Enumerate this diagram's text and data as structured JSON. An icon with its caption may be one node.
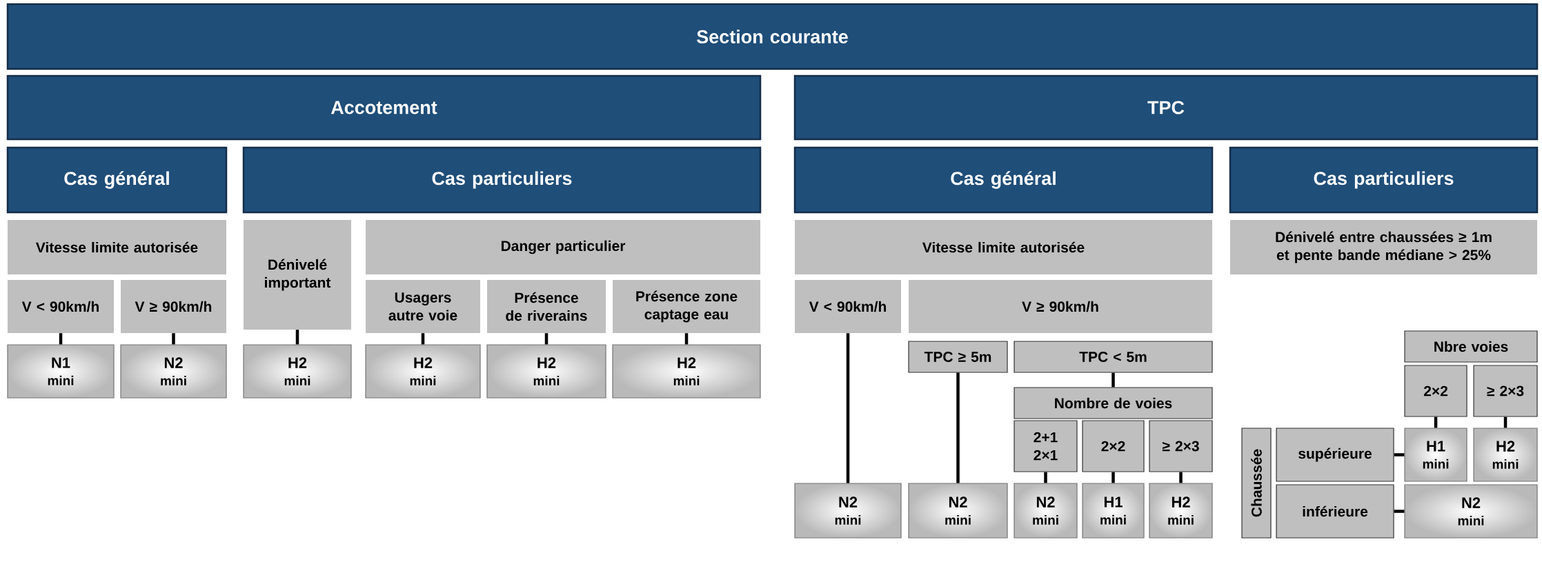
{
  "diagram": {
    "nodes": [
      {
        "text": [
          "Section courante"
        ]
      },
      {
        "text": [
          "Accotement"
        ]
      },
      {
        "text": [
          "TPC"
        ]
      },
      {
        "text": [
          "Cas général"
        ]
      },
      {
        "text": [
          "Cas particuliers"
        ]
      },
      {
        "text": [
          "Cas général"
        ]
      },
      {
        "text": [
          "Cas particuliers"
        ]
      },
      {
        "text": [
          "Vitesse limite autorisée"
        ]
      },
      {
        "text": [
          "Dénivelé important"
        ]
      },
      {
        "text": [
          "Danger particulier"
        ]
      },
      {
        "text": [
          "Vitesse limite autorisée"
        ]
      },
      {
        "text": [
          "Dénivelé entre chaussées ≥ 1m et pente bande médiane > 25%"
        ]
      },
      {
        "text": [
          "V < 90km/h"
        ]
      },
      {
        "text": [
          "V ≥ 90km/h"
        ]
      },
      {
        "text": [
          "Usagers autre voie"
        ]
      },
      {
        "text": [
          "Présence de riverains"
        ]
      },
      {
        "text": [
          "Présence zone captage eau"
        ]
      },
      {
        "text": [
          "V < 90km/h"
        ]
      },
      {
        "text": [
          "V ≥ 90km/h"
        ]
      },
      {
        "text": [
          "N1",
          "mini"
        ]
      },
      {
        "text": [
          "N2",
          "mini"
        ]
      },
      {
        "text": [
          "H2",
          "mini"
        ]
      },
      {
        "text": [
          "H2",
          "mini"
        ]
      },
      {
        "text": [
          "H2",
          "mini"
        ]
      },
      {
        "text": [
          "H2",
          "mini"
        ]
      },
      {
        "text": [
          "Nbre voies"
        ]
      },
      {
        "text": [
          "TPC ≥ 5m"
        ]
      },
      {
        "text": [
          "TPC < 5m"
        ]
      },
      {
        "text": [
          "Nombre de voies"
        ]
      },
      {
        "text": [
          "2×2"
        ]
      },
      {
        "text": [
          "≥ 2×3"
        ]
      },
      {
        "text": [
          "2+1 2×1"
        ]
      },
      {
        "text": [
          "2×2"
        ]
      },
      {
        "text": [
          "≥ 2×3"
        ]
      },
      {
        "text": [
          "Chaussée"
        ]
      },
      {
        "text": [
          "supérieure"
        ]
      },
      {
        "text": [
          "H1",
          "mini"
        ]
      },
      {
        "text": [
          "H2",
          "mini"
        ]
      },
      {
        "text": [
          "inférieure"
        ]
      },
      {
        "text": [
          "N2",
          "mini"
        ]
      },
      {
        "text": [
          "N2",
          "mini"
        ]
      },
      {
        "text": [
          "N2",
          "mini"
        ]
      },
      {
        "text": [
          "N2",
          "mini"
        ]
      },
      {
        "text": [
          "H1",
          "mini"
        ]
      },
      {
        "text": [
          "H2",
          "mini"
        ]
      }
    ],
    "edges": [
      {
        "from": 12,
        "to": 19,
        "arrow": "none"
      },
      {
        "from": 13,
        "to": 20,
        "arrow": "none"
      },
      {
        "from": 8,
        "to": 21,
        "arrow": "none"
      },
      {
        "from": 14,
        "to": 22,
        "arrow": "none"
      },
      {
        "from": 15,
        "to": 23,
        "arrow": "none"
      },
      {
        "from": 16,
        "to": 24,
        "arrow": "none"
      },
      {
        "from": 17,
        "to": 40,
        "arrow": "none"
      },
      {
        "from": 26,
        "to": 41,
        "arrow": "none"
      },
      {
        "from": 27,
        "to": 28,
        "arrow": "none"
      },
      {
        "from": 31,
        "to": 42,
        "arrow": "none"
      },
      {
        "from": 32,
        "to": 43,
        "arrow": "none"
      },
      {
        "from": 33,
        "to": 44,
        "arrow": "none"
      },
      {
        "from": 29,
        "to": 36,
        "arrow": "none"
      },
      {
        "from": 30,
        "to": 37,
        "arrow": "none"
      },
      {
        "from": 35,
        "to": 36,
        "arrow": "none"
      },
      {
        "from": 38,
        "to": 39,
        "arrow": "none"
      }
    ]
  }
}
